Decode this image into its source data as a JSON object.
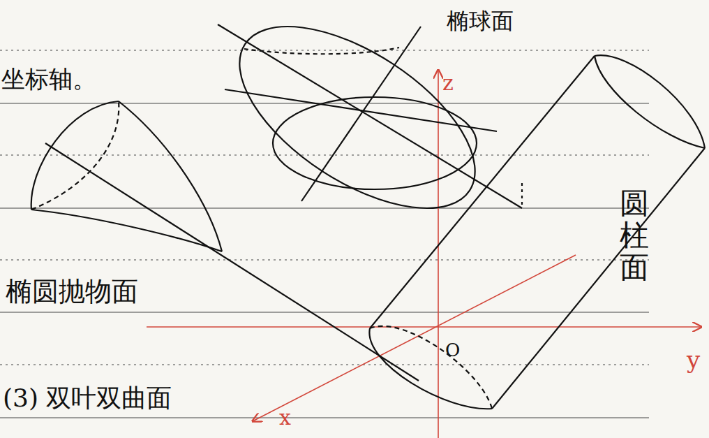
{
  "diagram": {
    "labels": [
      "坐标轴。",
      "椭球面",
      "椭圆抛物面",
      "(3) 双叶双曲面",
      "圆柱面",
      "z",
      "y",
      "x",
      "O"
    ]
  }
}
